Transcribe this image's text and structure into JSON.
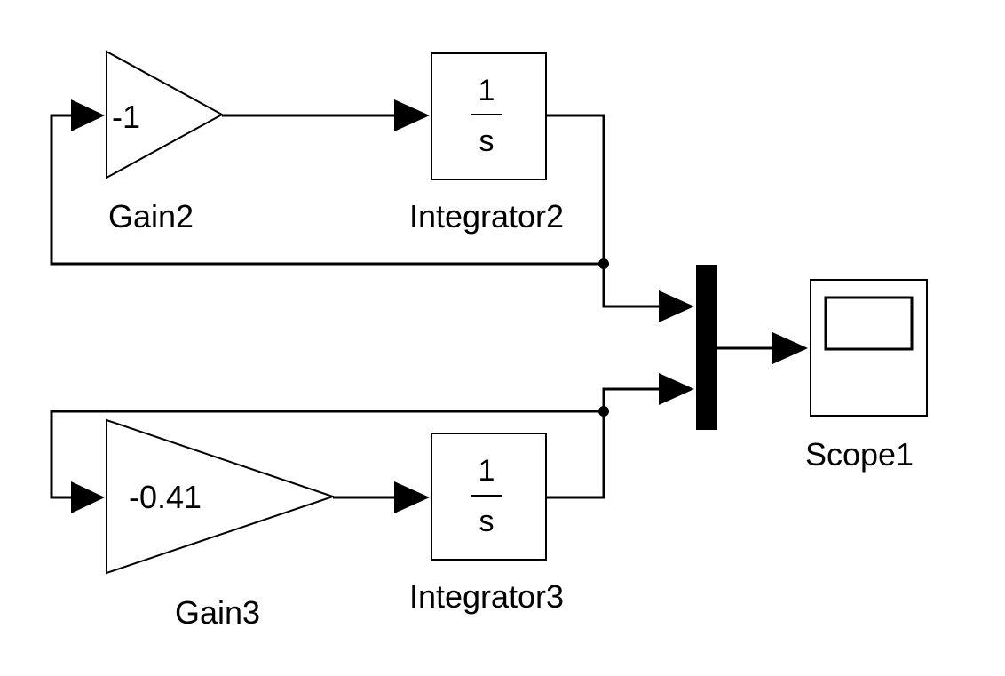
{
  "blocks": {
    "gain2": {
      "value": "-1",
      "name": "Gain2"
    },
    "gain3": {
      "value": "-0.41",
      "name": "Gain3"
    },
    "integrator2": {
      "numerator": "1",
      "denominator": "s",
      "name": "Integrator2"
    },
    "integrator3": {
      "numerator": "1",
      "denominator": "s",
      "name": "Integrator3"
    },
    "scope1": {
      "name": "Scope1"
    }
  },
  "colors": {
    "line": "#000000",
    "background": "#ffffff"
  }
}
